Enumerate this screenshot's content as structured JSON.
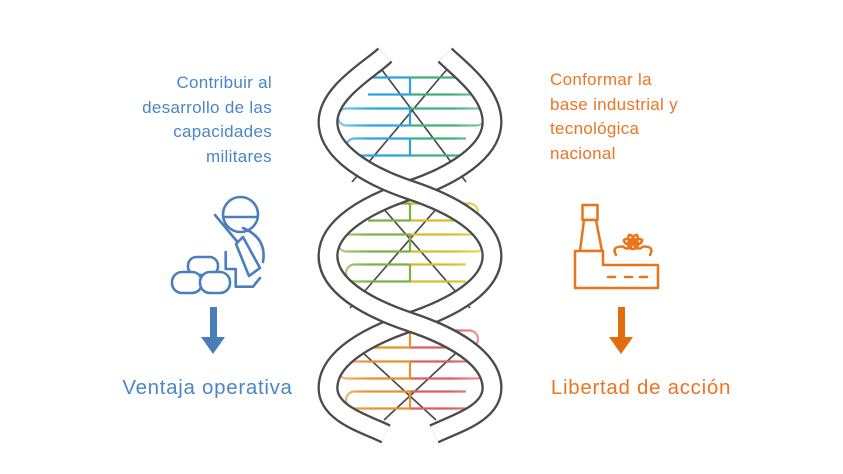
{
  "colors": {
    "blue_text": "#4A86C8",
    "blue_icon": "#4B7EBE",
    "blue_arrow": "#4A7EBB",
    "orange_text": "#ED7423",
    "orange_icon": "#E8751A",
    "orange_arrow": "#E36D0C"
  },
  "left": {
    "heading_lines": [
      "Contribuir al",
      "desarrollo de las",
      "capacidades",
      "militares"
    ],
    "icon": "kneeling-soldier-icon",
    "result_label": "Ventaja operativa"
  },
  "right": {
    "heading_lines": [
      "Conformar la",
      "base industrial y",
      "tecnológica",
      "nacional"
    ],
    "icon": "factory-gear-icon",
    "result_label": "Libertad de acción"
  },
  "dna": {
    "ribbon_color": "#4B4B4B",
    "bulges": [
      {
        "name": "top",
        "left_color": "#2AA5DD",
        "left_tip": "#82CBED",
        "right_color": "#3FB077",
        "right_tip": "#90D1A8"
      },
      {
        "name": "middle",
        "left_color": "#7AB044",
        "left_tip": "#B2D389",
        "right_color": "#D8BD2A",
        "right_tip": "#EADB76"
      },
      {
        "name": "bottom",
        "left_color": "#E8912F",
        "left_tip": "#F3BE79",
        "right_color": "#DC5E62",
        "right_tip": "#F09FA1"
      }
    ]
  }
}
